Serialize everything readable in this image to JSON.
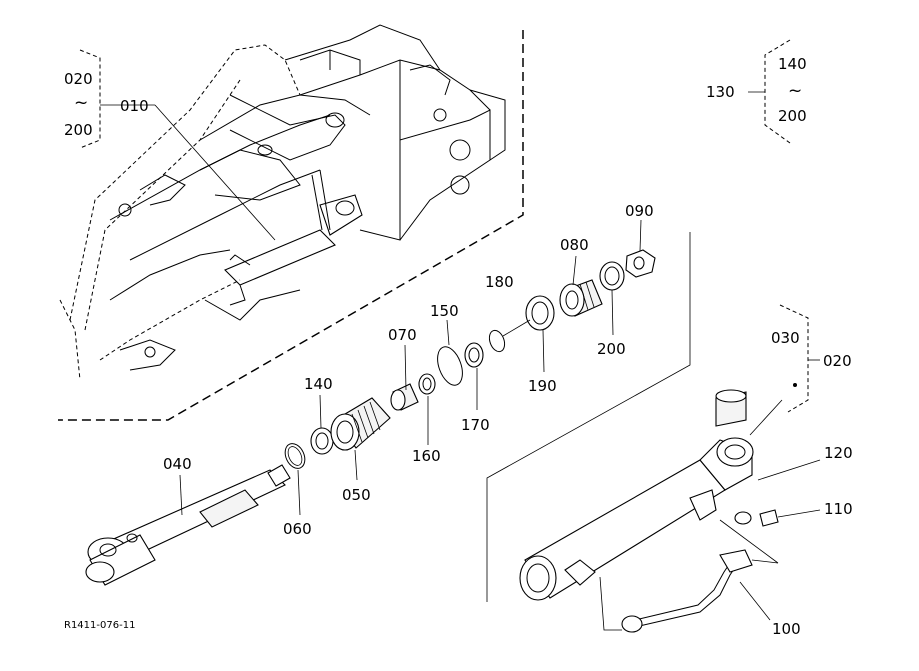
{
  "labels": {
    "p010": "010",
    "p020a": "020",
    "p200a": "200",
    "p130": "130",
    "p140a": "140",
    "p200b": "200",
    "p090": "090",
    "p080": "080",
    "p180": "180",
    "p150": "150",
    "p070": "070",
    "p140b": "140",
    "p190": "190",
    "p200c": "200",
    "p170": "170",
    "p160": "160",
    "p050": "050",
    "p060": "060",
    "p040": "040",
    "p030": "030",
    "p020b": "020",
    "p120": "120",
    "p110": "110",
    "p100": "100"
  },
  "tilde": "~",
  "reference_code": "R1411-076-11"
}
